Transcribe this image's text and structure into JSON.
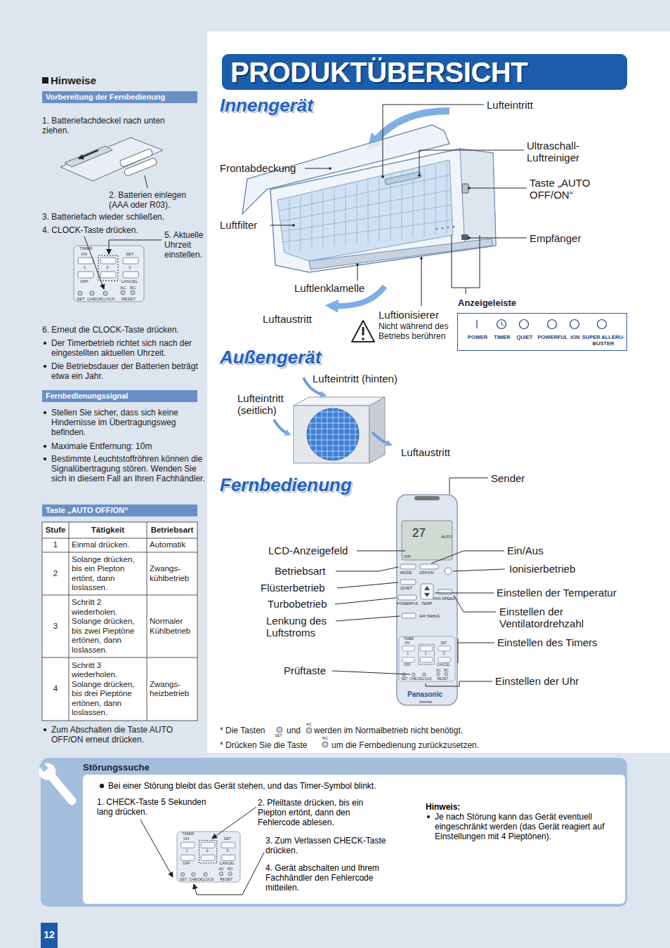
{
  "diagram": {
    "title": "PRODUKTÜBERSICHT",
    "nodes": [
      {
        "text": [
          "Vorbereitung der Fernbedienung"
        ]
      },
      {
        "text": [
          "Fernbedienungssignal"
        ]
      },
      {
        "text": [
          "Taste „AUTO OFF/ON“"
        ]
      },
      {
        "text": [
          "Anzeigeleiste",
          "POWER",
          "TIMER",
          "QUIET",
          "POWERFUL",
          "ION",
          "SUPER ALLERU-BUSTER"
        ]
      },
      {
        "text": [
          "Störungssuche",
          "Bei einer Störung bleibt das Gerät stehen, und das Timer-Symbol blinkt.",
          "1. CHECK-Taste 5 Sekunden lang drücken.",
          "2. Pfeiltaste drücken, bis ein Piepton ertönt, dann den Fehlercode ablesen.",
          "3. Zum Verlassen CHECK-Taste drücken.",
          "4. Gerät abschalten und Ihrem Fachhändler den Fehlercode mitteilen.",
          "Hinweis:",
          "Je nach Störung kann das Gerät eventuell eingeschränkt werden (das Gerät reagiert auf Einstellungen mit 4 Pieptönen)."
        ]
      },
      {
        "text": [
          "12"
        ]
      }
    ],
    "labels": [
      "Hinweise",
      "1. Batteriefachdeckel nach unten ziehen.",
      "2. Batterien einlegen (AAA oder R03).",
      "3. Batteriefach wieder schließen.",
      "4. CLOCK-Taste drücken.",
      "5. Aktuelle Uhrzeit einstellen.",
      "TIMER",
      "ON",
      "SET",
      "1",
      "2",
      "3",
      "OFF",
      "CANCEL",
      "SET",
      "CHECK",
      "CLOCK",
      "AC",
      "RC",
      "RESET",
      "6. Erneut die CLOCK-Taste drücken.",
      "Der Timerbetrieb richtet sich nach der eingestellten aktuellen Uhrzeit.",
      "Die Betriebsdauer der Batterien beträgt etwa ein Jahr.",
      "Stellen Sie sicher, dass sich keine Hindernisse im Übertragungsweg befinden.",
      "Maximale Entfernung: 10m",
      "Bestimmte Leuchtstoffröhren können die Signalübertragung stören. Wenden Sie sich in diesem Fall an Ihren Fachhändler.",
      "Stufe",
      "Tätigkeit",
      "Betriebsart",
      "1",
      "Einmal drücken.",
      "Automatik",
      "2",
      "Solange drücken, bis ein Piepton ertönt, dann loslassen.",
      "Zwangs- kühlbetrieb",
      "3",
      "Schritt 2 wiederholen. Solange drücken, bis zwei Pieptöne ertönen, dann loslassen.",
      "Normaler Kühlbetrieb",
      "4",
      "Schritt 3 wiederholen. Solange drücken, bis drei Pieptöne ertönen, dann loslassen.",
      "Zwangs- heizbetrieb",
      "Zum Abschalten die Taste AUTO OFF/ON erneut drücken.",
      "Innengerät",
      "Lufteintritt",
      "Ultraschall- Luftreiniger",
      "Frontabdeckung",
      "Taste „AUTO OFF/ON“",
      "Luftfilter",
      "Empfänger",
      "Luftlenklamelle",
      "Luftaustritt",
      "Luftionisierer",
      "Nicht während des Betriebs berühren",
      "Außengerät",
      "Lufteintritt (hinten)",
      "Lufteintritt (seitlich)",
      "Luftaustritt",
      "Fernbedienung",
      "Sender",
      "LCD-Anzeigefeld",
      "Ein/Aus",
      "Betriebsart",
      "Ionisierbetrieb",
      "Flüsterbetrieb",
      "Einstellen der Temperatur",
      "Turbobetrieb",
      "Einstellen der Ventilatordrehzahl",
      "Lenkung des Luftstroms",
      "Einstellen des Timers",
      "Prüftaste",
      "Einstellen der Uhr",
      "27",
      "AUTO",
      "ION",
      "MODE",
      "OFF/ON",
      "QUIET",
      "POWERFUL",
      "TEMP",
      "FAN SPEED",
      "AIR SWING",
      "TIMER",
      "ON",
      "SET",
      "1",
      "2",
      "3",
      "OFF",
      "CANCEL",
      "SET",
      "CHECK",
      "CLOCK",
      "AC",
      "RC",
      "RESET",
      "Panasonic",
      "Inverter",
      "* Die Tasten",
      "und",
      "werden im Normalbetrieb nicht benötigt.",
      "SET",
      "AC",
      "* Drücken Sie die Taste",
      "RC",
      "um die Fernbedienung zurückzusetzen.",
      "TIMER",
      "ON",
      "SET",
      "1",
      "2",
      "3",
      "OFF",
      "CANCEL",
      "SET",
      "CHECK",
      "CLOCK",
      "AC",
      "RC",
      "RESET"
    ]
  }
}
